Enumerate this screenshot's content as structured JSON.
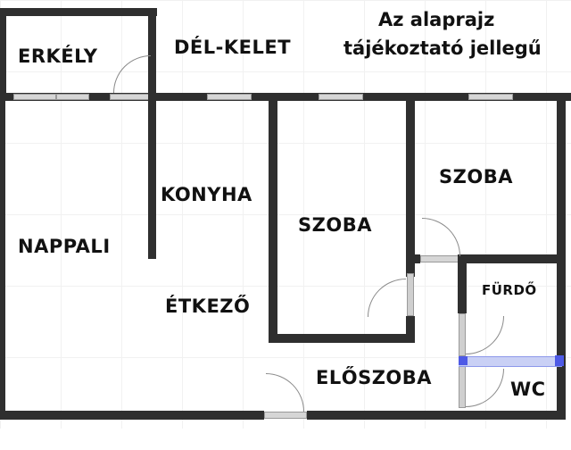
{
  "plan": {
    "orientation_label": "DÉL-KELET",
    "disclaimer_line1": "Az alaprajz",
    "disclaimer_line2": "tájékoztató jellegű",
    "rooms": {
      "erkely": "ERKÉLY",
      "nappali": "NAPPALI",
      "konyha": "KONYHA",
      "etkezo": "ÉTKEZŐ",
      "szoba1": "SZOBA",
      "szoba2": "SZOBA",
      "furdo": "FÜRDŐ",
      "eloszoba": "ELŐSZOBA",
      "wc": "WC"
    },
    "colors": {
      "wall": "#2f2f2f",
      "window": "#d6d6d6",
      "divider": "#c9d0f5",
      "divider_accent": "#4e5ae6"
    }
  }
}
